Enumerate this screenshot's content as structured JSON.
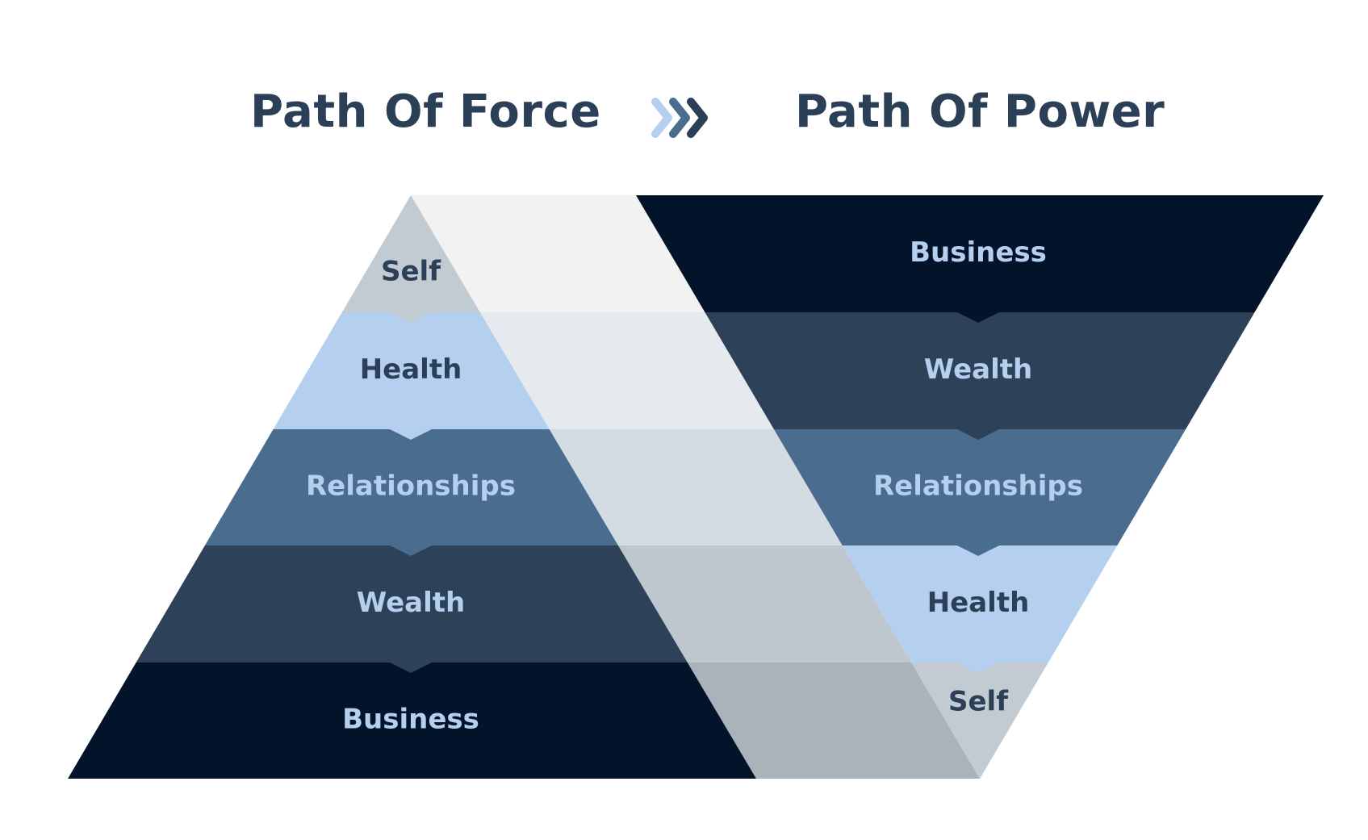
{
  "titles": {
    "left": "Path Of Force",
    "right": "Path Of Power"
  },
  "arrow_icon": "triple-chevron-right-icon",
  "left_pyramid": {
    "layers": [
      {
        "label": "Self",
        "fill": "#c2cad2",
        "text_color": "#2b3f56"
      },
      {
        "label": "Health",
        "fill": "#b5cfef",
        "text_color": "#2b3f56"
      },
      {
        "label": "Relationships",
        "fill": "#4a6c8e",
        "text_color": "#b5cfef"
      },
      {
        "label": "Wealth",
        "fill": "#2d4259",
        "text_color": "#b5cfef"
      },
      {
        "label": "Business",
        "fill": "#03132a",
        "text_color": "#b5cfef"
      }
    ]
  },
  "right_pyramid": {
    "layers": [
      {
        "label": "Business",
        "fill": "#03132a",
        "text_color": "#b5cfef"
      },
      {
        "label": "Wealth",
        "fill": "#2d4259",
        "text_color": "#b5cfef"
      },
      {
        "label": "Relationships",
        "fill": "#4a6c8e",
        "text_color": "#b5cfef"
      },
      {
        "label": "Health",
        "fill": "#b5cfef",
        "text_color": "#2b3f56"
      },
      {
        "label": "Self",
        "fill": "#c2cad2",
        "text_color": "#2b3f56"
      }
    ]
  },
  "connector_fills": [
    "#f2f2f2",
    "#e6eaee",
    "#d4dce3",
    "#bec6ce",
    "#aab2ba"
  ]
}
